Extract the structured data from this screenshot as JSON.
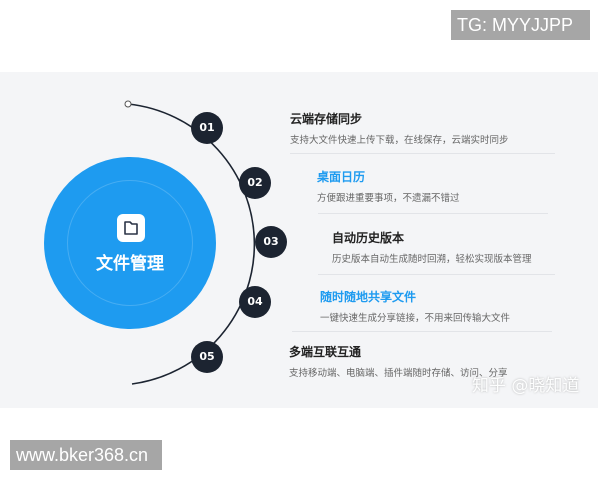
{
  "watermarks": {
    "tg": "TG: MYYJJPP",
    "site": "www.bker368.cn",
    "zhihu": "知乎 @晓知道"
  },
  "center": {
    "title": "文件管理",
    "icon": "folder-icon",
    "color": "#1e9bf0"
  },
  "node_color": "#1c2431",
  "items": [
    {
      "num": "01",
      "title": "云端存储同步",
      "desc": "支持大文件快速上传下载，在线保存，云端实时同步",
      "highlight": false
    },
    {
      "num": "02",
      "title": "桌面日历",
      "desc": "方便跟进重要事项，不遗漏不错过",
      "highlight": true
    },
    {
      "num": "03",
      "title": "自动历史版本",
      "desc": "历史版本自动生成随时回溯，轻松实现版本管理",
      "highlight": false
    },
    {
      "num": "04",
      "title": "随时随地共享文件",
      "desc": "一键快速生成分享链接，不用来回传输大文件",
      "highlight": true
    },
    {
      "num": "05",
      "title": "多端互联互通",
      "desc": "支持移动端、电脑端、插件端随时存储、访问、分享",
      "highlight": false
    }
  ]
}
